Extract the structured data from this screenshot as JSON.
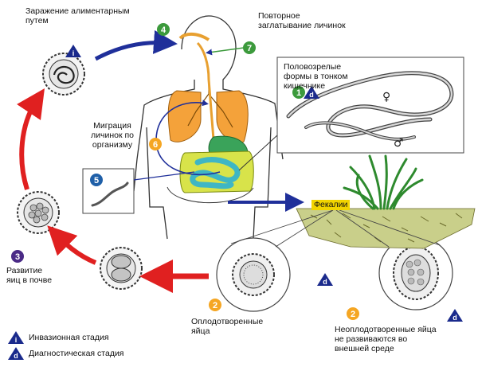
{
  "labels": {
    "alimentary": "Заражение алиментарным\nпутем",
    "reswallow": "Повторное\nзаглатывание личинок",
    "adults": "Половозрелые\nформы в тонком\nкишечнике",
    "migration": "Миграция\nличинок по\nорганизму",
    "development": "Развитие\nяиц в почве",
    "feces": "Фекалии",
    "fertilized": "Оплодотворенные\nяйца",
    "unfertilized": "Неоплодотворенные яйца\nне развиваются во\nвнешней среде",
    "legend_infective": "Инвазионная стадия",
    "legend_diagnostic": "Диагностическая стадия"
  },
  "stage_numbers": {
    "s1": "1",
    "s2a": "2",
    "s2b": "2",
    "s3": "3",
    "s4": "4",
    "s5": "5",
    "s6": "6",
    "s7": "7"
  },
  "stage_markers": {
    "infective": "i",
    "diagnostic": "d"
  },
  "sex_symbols": {
    "female": "♀",
    "male": "♂"
  },
  "colors": {
    "infective_marker": "#1a2a8c",
    "green_badge": "#3c9a3c",
    "orange_badge": "#f5a623",
    "blue_badge": "#1f5fa8",
    "purple_badge": "#4a2a86",
    "red_arrow": "#e02020",
    "blue_arrow": "#1f2f9a",
    "lungs": "#f4a23a",
    "stomach": "#3aa35a",
    "intestine": "#d8e34a",
    "small_intestine": "#3fb6c4",
    "feces_label": "#f2d400"
  }
}
